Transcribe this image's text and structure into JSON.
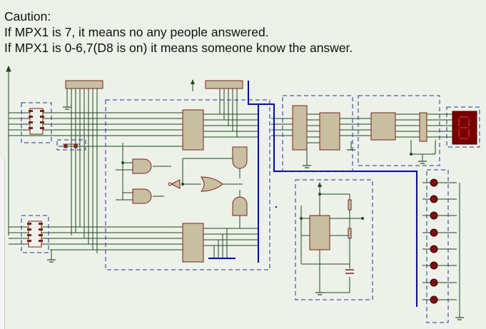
{
  "caution": {
    "title": "Caution:",
    "line1": "If MPX1 is 7, it means no any people answered.",
    "line2": "If MPX1 is 0-6,7(D8 is on) it means someone know the answer."
  },
  "colors": {
    "background": "#ecf2e8",
    "wire": "#1e4a1e",
    "bus": "#0000ff",
    "component_fill": "#c8bfa0",
    "component_border": "#7a2020",
    "subcircuit_border": "#2030a0",
    "display": "#7a0000",
    "led": "#7a1010"
  },
  "components": {
    "icons": [
      "dip-switch-icon",
      "push-button-icon",
      "multiplexer-icon",
      "and-gate-icon",
      "or-gate-icon",
      "not-gate-icon",
      "counter-icon",
      "decoder-icon",
      "seven-segment-icon",
      "timer-555-icon",
      "resistor-icon",
      "capacitor-icon",
      "led-icon",
      "ground-icon",
      "power-icon"
    ]
  }
}
